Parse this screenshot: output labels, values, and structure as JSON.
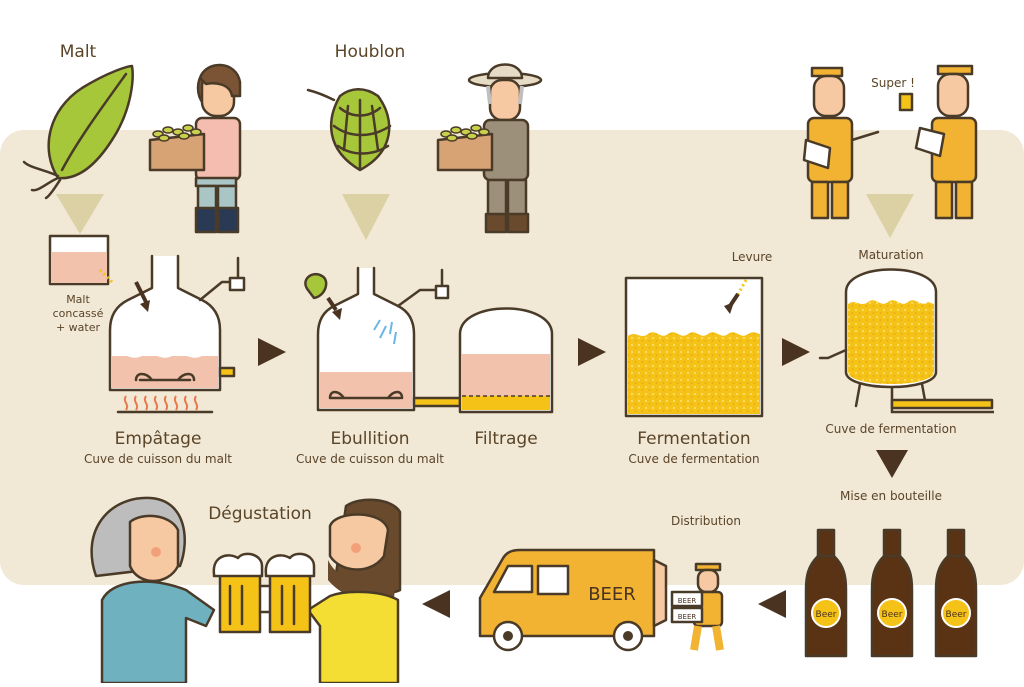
{
  "colors": {
    "background": "#ffffff",
    "band": "#f1e8d6",
    "arrow": "#4a3320",
    "funnel": "#dcd1a4",
    "beer": "#f5c218",
    "wort": "#f2c2ad",
    "bottle": "#5a3214",
    "van": "#f2b332",
    "text": "#5a4528"
  },
  "ingredients": {
    "malt": "Malt",
    "hops": "Houblon"
  },
  "speech": "Super !",
  "labels": {
    "malt_input": [
      "Malt",
      "concassé",
      "+ water"
    ],
    "yeast": "Levure",
    "maturation": "Maturation",
    "bottling": "Mise en bouteille",
    "distribution": "Distribution",
    "tasting": "Dégustation"
  },
  "steps": [
    {
      "title": "Empâtage",
      "subtitle": "Cuve de cuisson du malt"
    },
    {
      "title": "Ebullition",
      "subtitle": "Cuve de cuisson du malt"
    },
    {
      "title": "Filtrage",
      "subtitle": ""
    },
    {
      "title": "Fermentation",
      "subtitle": "Cuve de fermentation"
    },
    {
      "title": "",
      "subtitle": "Cuve de fermentation"
    }
  ],
  "van_text": "BEER",
  "bottle_labels": [
    "Beer",
    "Beer",
    "Beer"
  ],
  "crate_labels": [
    "BEER",
    "BEER"
  ]
}
